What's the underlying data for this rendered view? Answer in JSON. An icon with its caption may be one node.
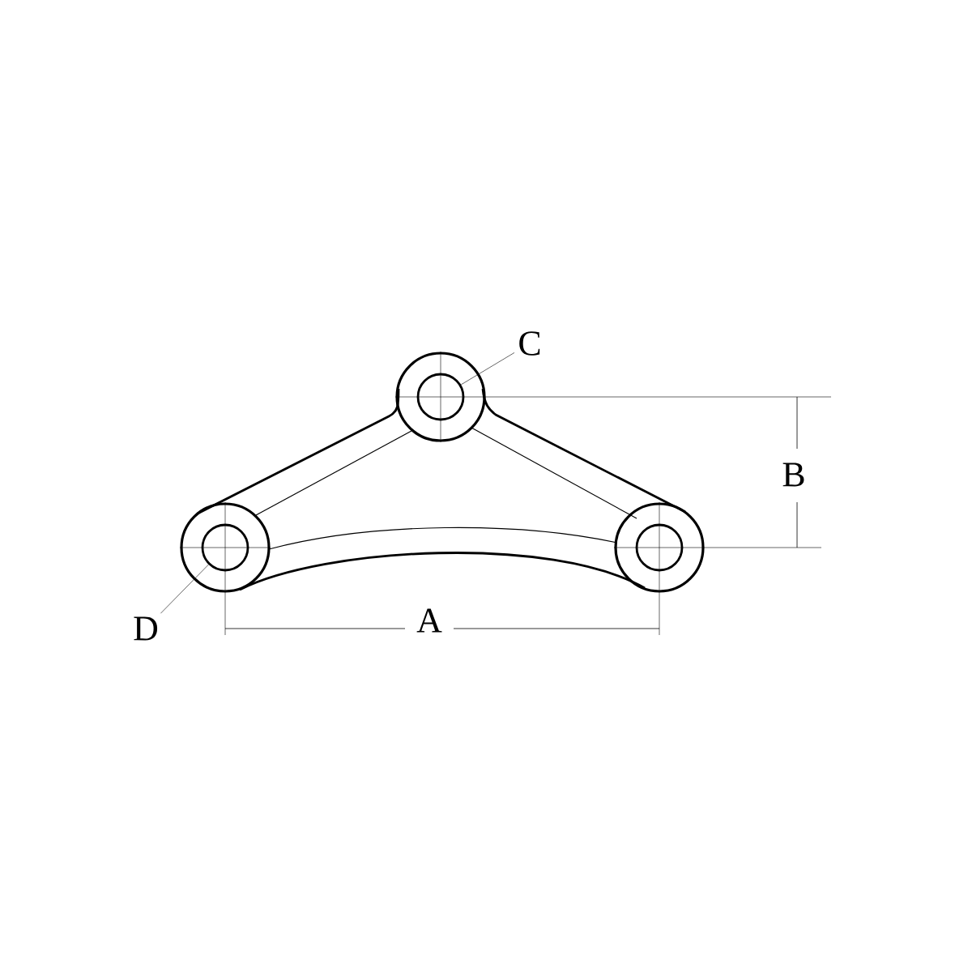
{
  "diagram": {
    "nodes": [
      {
        "text": [
          "C"
        ]
      },
      {
        "text": [],
        "shape": "circle"
      },
      {
        "text": [
          "D"
        ]
      },
      {
        "text": [],
        "shape": "circle"
      }
    ],
    "edges": [
      {
        "from": 0,
        "to": 1,
        "arrow": "none"
      },
      {
        "from": 2,
        "to": 3,
        "arrow": "none"
      }
    ],
    "labels": [
      "A",
      "B"
    ]
  }
}
